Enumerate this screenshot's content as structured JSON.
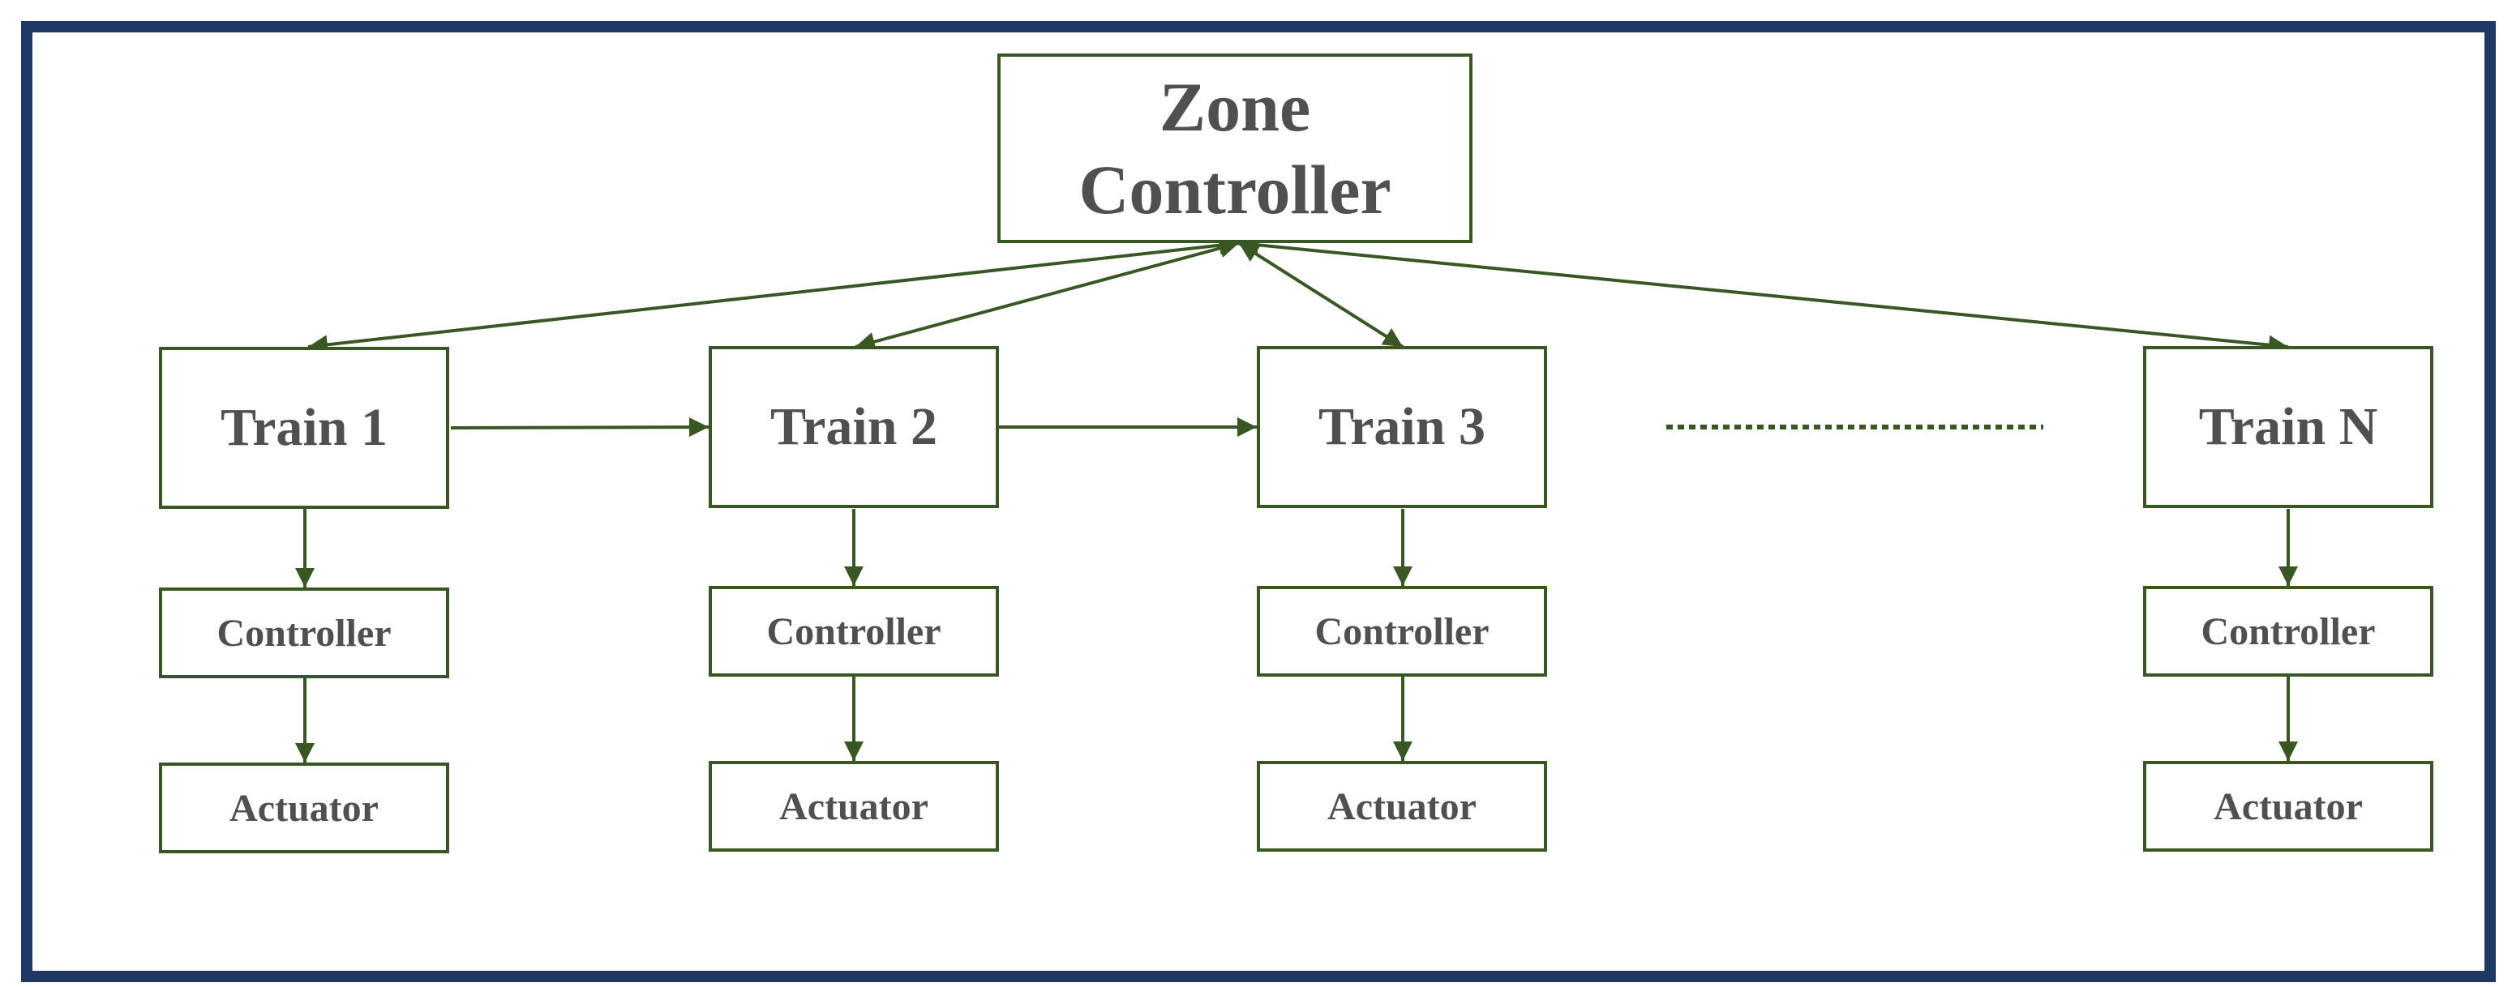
{
  "diagram": {
    "zone_controller": {
      "line1": "Zone",
      "line2": "Controller"
    },
    "trains": [
      {
        "label": "Train 1",
        "controller": "Controller",
        "actuator": "Actuator"
      },
      {
        "label": "Train 2",
        "controller": "Controller",
        "actuator": "Actuator"
      },
      {
        "label": "Train 3",
        "controller": "Controller",
        "actuator": "Actuator"
      },
      {
        "label": "Train N",
        "controller": "Controller",
        "actuator": "Actuator"
      }
    ],
    "colors": {
      "frame": "#1f3864",
      "box_border": "#385723",
      "connector": "#385723",
      "text": "#505050"
    }
  }
}
